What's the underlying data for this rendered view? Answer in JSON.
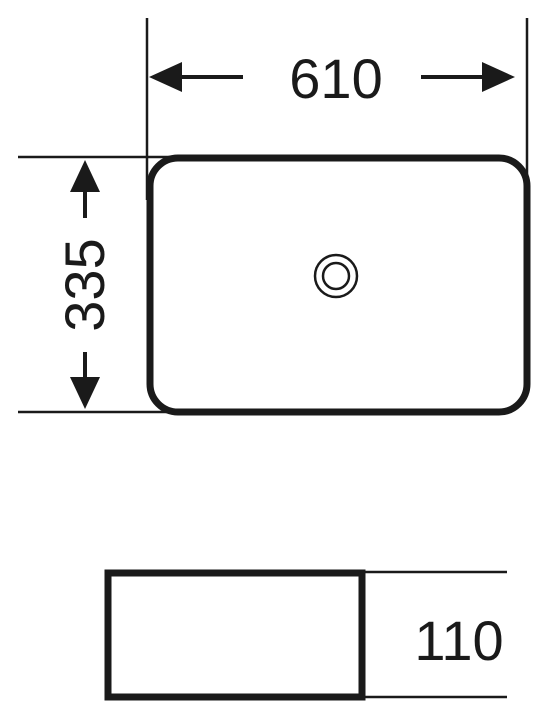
{
  "dimensions": {
    "width": "610",
    "depth": "335",
    "height": "110"
  },
  "colors": {
    "line": "#1a1a1a",
    "background": "#ffffff"
  }
}
